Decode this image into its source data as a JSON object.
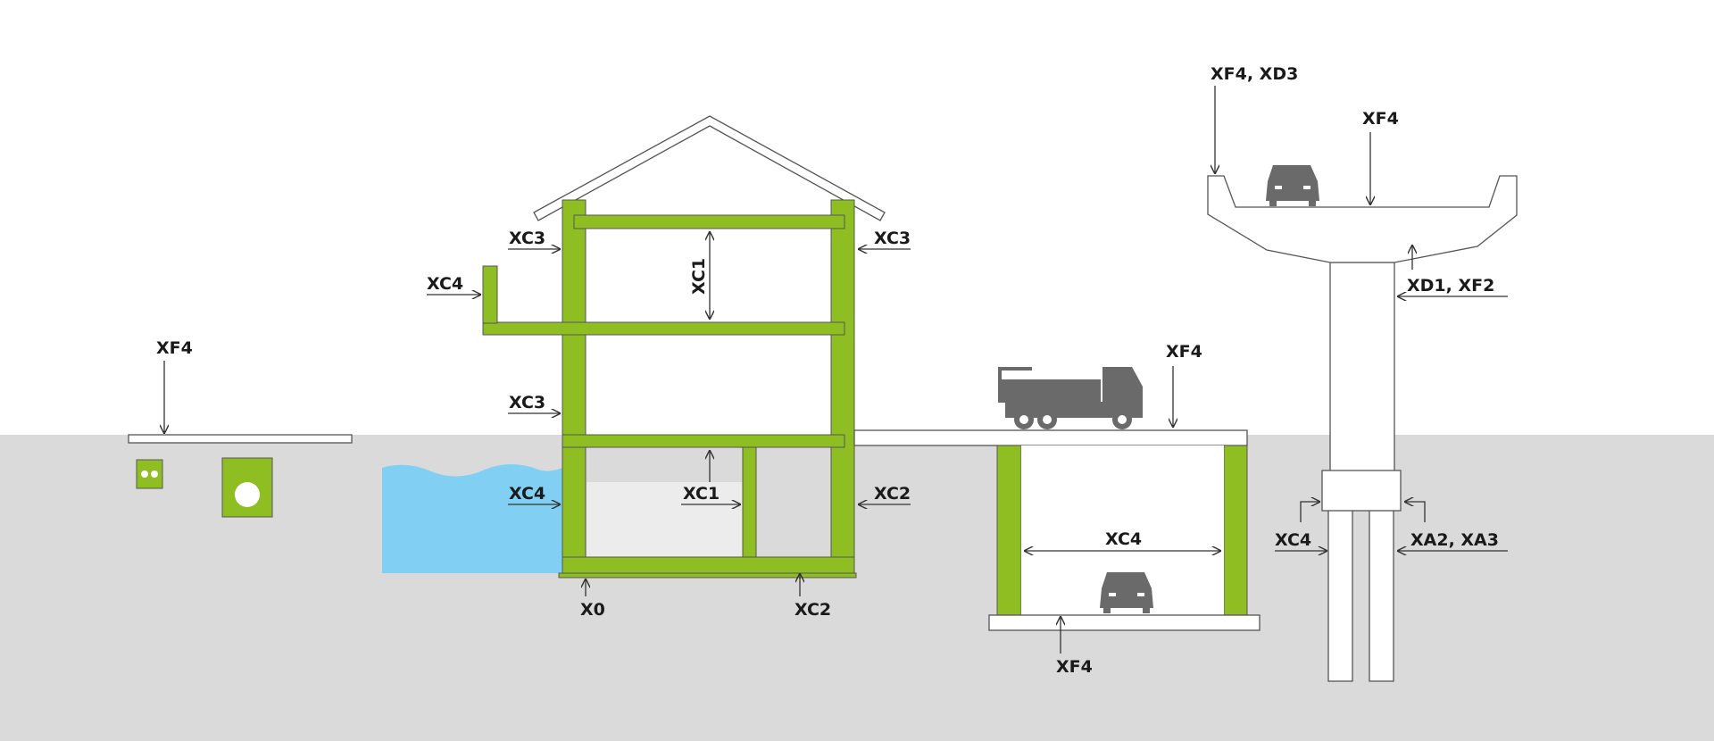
{
  "colors": {
    "concrete_green": "#8ebe21",
    "ground": "#dadada",
    "water": "#82cff4",
    "vehicle": "#6a6a6a",
    "outline": "#555555",
    "text": "#1a1a1a"
  },
  "labels": {
    "slab_top": "XF4",
    "house_ext_wall_upper_left": "XC3",
    "house_ext_wall_upper_right": "XC3",
    "house_balcony": "XC4",
    "house_interior": "XC1",
    "house_ext_wall_mid_left": "XC3",
    "house_wall_water": "XC4",
    "house_basement_interior": "XC1",
    "house_basement_wall_right": "XC2",
    "house_foundation_left": "X0",
    "house_foundation_right": "XC2",
    "parking_deck_top": "XF4",
    "parking_interior": "XC4",
    "parking_base": "XF4",
    "bridge_cap": "XF4, XD3",
    "bridge_deck": "XF4",
    "bridge_underside": "XD1, XF2",
    "bridge_pier_left": "XC4",
    "bridge_pier_right": "XA2, XA3"
  },
  "icons": {
    "car_bridge": "car-icon",
    "truck": "truck-icon",
    "car_garage": "car-icon"
  }
}
